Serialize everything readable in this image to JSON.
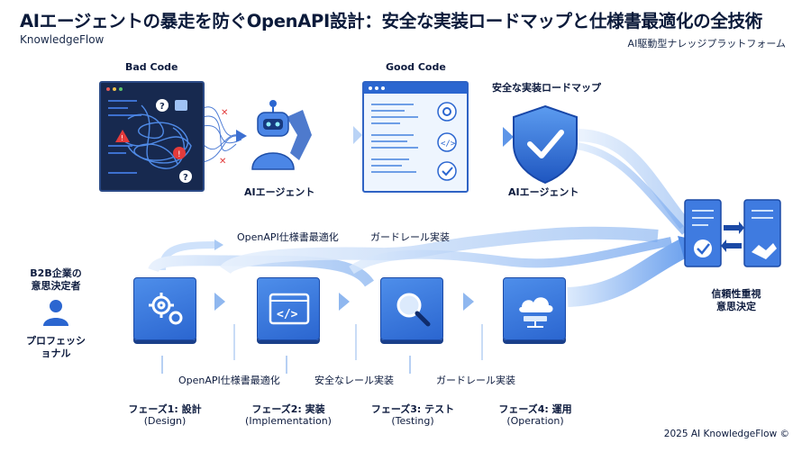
{
  "header": {
    "title": "AIエージェントの暴走を防ぐOpenAPI設計：安全な実装ロードマップと仕様書最適化の全技術",
    "brand": "KnowledgeFlow",
    "tagline": "AI駆動型ナレッジプラットフォーム"
  },
  "top_row": {
    "bad_code_label": "Bad Code",
    "good_code_label": "Good Code",
    "roadmap_label": "安全な実装ロードマップ",
    "agent_label_1": "AIエージェント",
    "agent_label_2": "AIエージェント"
  },
  "upper_flows": {
    "openapi_label": "OpenAPI仕様書最適化",
    "guardrail_label": "ガードレール実装"
  },
  "left_actor": {
    "label_line1": "B2B企業の",
    "label_line2": "意思決定者",
    "role_line1": "プロフェッシ",
    "role_line2": "ョナル"
  },
  "right_actor": {
    "label_line1": "信頼性重視",
    "label_line2": "意思決定"
  },
  "sub_labels": {
    "openapi": "OpenAPI仕様書最適化",
    "safe_rail": "安全なレール実装",
    "guardrail": "ガードレール実装"
  },
  "phases": [
    {
      "name": "フェーズ1: 設計",
      "sub": "(Design)"
    },
    {
      "name": "フェーズ2: 実装",
      "sub": "(Implementation)"
    },
    {
      "name": "フェーズ3: テスト",
      "sub": "(Testing)"
    },
    {
      "name": "フェーズ4: 運用",
      "sub": "(Operation)"
    }
  ],
  "footer": "2025 AI KnowledgeFlow ©",
  "colors": {
    "primary": "#2b66d0",
    "dark_panel": "#17294f",
    "flow_light": "#cfe2fb",
    "warning": "#e23b3b"
  }
}
